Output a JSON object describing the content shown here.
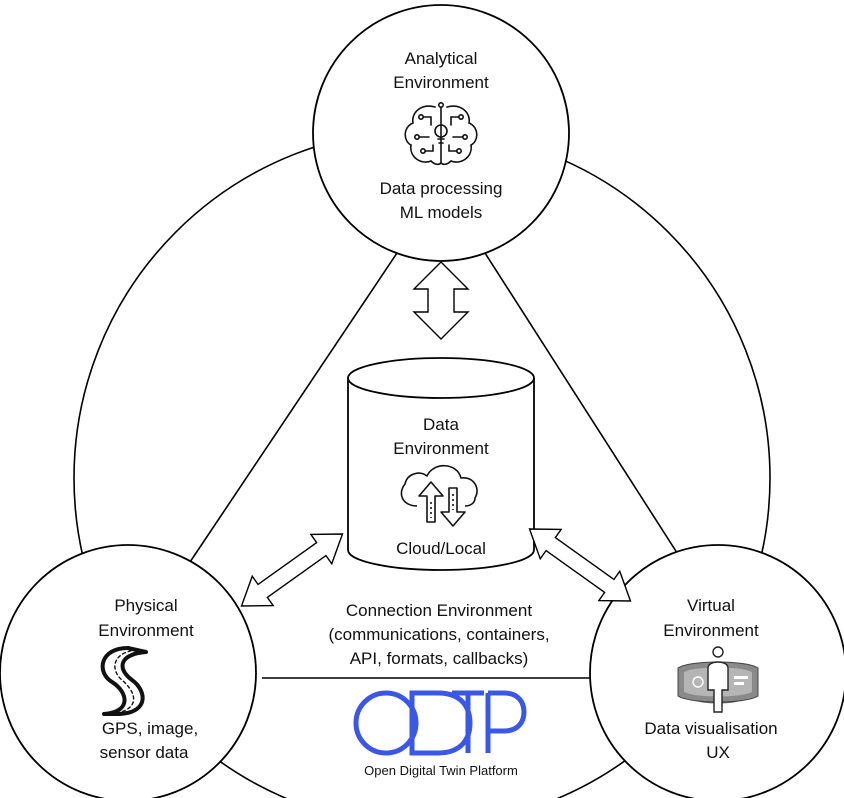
{
  "analytical": {
    "title_line1": "Analytical",
    "title_line2": "Environment",
    "desc_line1": "Data processing",
    "desc_line2": "ML models",
    "icon": "ai-brain-circuit-icon"
  },
  "data_env": {
    "title_line1": "Data",
    "title_line2": "Environment",
    "desc": "Cloud/Local",
    "icon": "cloud-sync-icon"
  },
  "physical": {
    "title_line1": "Physical",
    "title_line2": "Environment",
    "desc_line1": "GPS, image,",
    "desc_line2": "sensor data",
    "icon": "road-icon"
  },
  "virtual": {
    "title_line1": "Virtual",
    "title_line2": "Environment",
    "desc_line1": "Data visualisation",
    "desc_line2": "UX",
    "icon": "vr-user-icon"
  },
  "connection": {
    "line1": "Connection Environment",
    "line2": "(communications, containers,",
    "line3": "API, formats, callbacks)"
  },
  "logo": {
    "wordmark": "ODTP",
    "name": "Open Digital Twin Platform",
    "color": "#3a57e6"
  }
}
